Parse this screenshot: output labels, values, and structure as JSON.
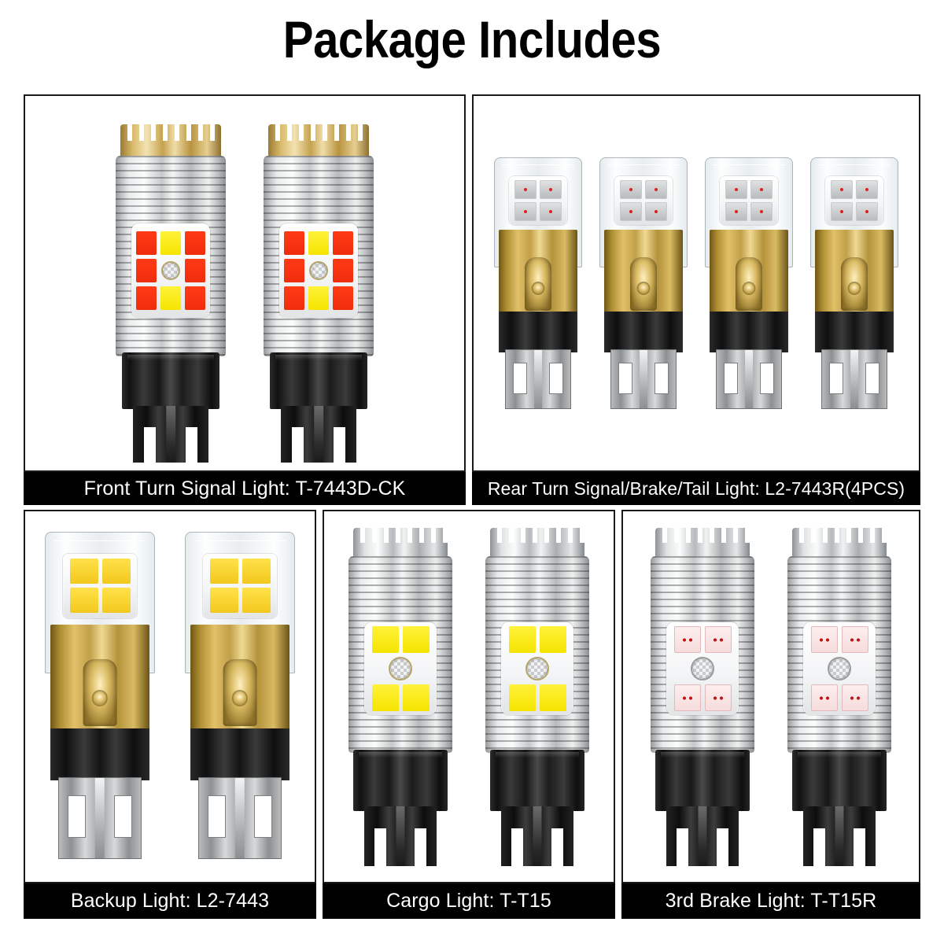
{
  "title": "Package Includes",
  "panels": [
    {
      "id": "front-turn-signal",
      "caption": "Front Turn Signal Light: T-7443D-CK",
      "bulb_count": 2,
      "bulb_style": "heatsink-gold-crown",
      "led_colors": [
        "red",
        "yellow",
        "red",
        "red",
        "lens",
        "red",
        "red",
        "yellow",
        "red"
      ],
      "accent_hex": "#d8b969"
    },
    {
      "id": "rear-turn-signal",
      "caption": "Rear Turn Signal/Brake/Tail Light: L2-7443R(4PCS)",
      "bulb_count": 4,
      "bulb_style": "gold-body-clear-cage",
      "led_colors": [
        "grey",
        "grey",
        "grey",
        "grey"
      ],
      "accent_hex": "#c2a04a"
    },
    {
      "id": "backup-light",
      "caption": "Backup Light: L2-7443",
      "bulb_count": 2,
      "bulb_style": "gold-body-clear-cage",
      "led_colors": [
        "amberY",
        "amberY",
        "amberY",
        "amberY"
      ],
      "accent_hex": "#c2a04a"
    },
    {
      "id": "cargo-light",
      "caption": "Cargo Light: T-T15",
      "bulb_count": 2,
      "bulb_style": "heatsink-silver-crown",
      "led_colors": [
        "yellow",
        "yellow",
        "lens",
        "yellow",
        "yellow"
      ],
      "accent_hex": "#f5e400"
    },
    {
      "id": "third-brake-light",
      "caption": "3rd Brake Light: T-T15R",
      "bulb_count": 2,
      "bulb_style": "heatsink-silver-crown",
      "led_colors": [
        "redchip",
        "redchip",
        "lens",
        "redchip",
        "redchip"
      ],
      "accent_hex": "#c01515"
    }
  ],
  "colors": {
    "background": "#ffffff",
    "frame": "#1a1a1a",
    "caption_bg": "#000000",
    "caption_text": "#ffffff",
    "title_text": "#000000"
  }
}
